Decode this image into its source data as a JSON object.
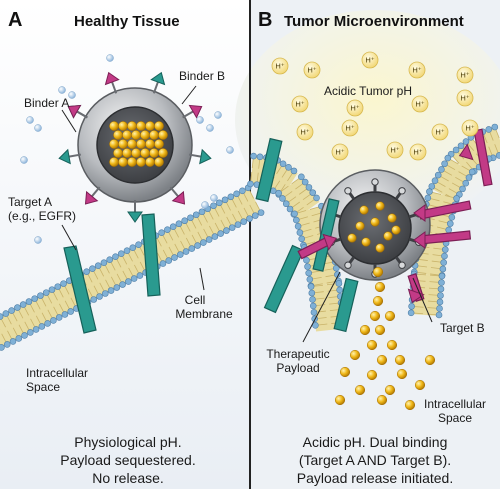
{
  "panels": {
    "a": {
      "letter": "A",
      "title": "Healthy Tissue",
      "binder_a": "Binder A",
      "binder_b": "Binder B",
      "target_a_line1": "Target A",
      "target_a_line2": "(e.g., EGFR)",
      "membrane_line1": "Cell",
      "membrane_line2": "Membrane",
      "space_line1": "Intracellular",
      "space_line2": "Space",
      "caption_line1": "Physiological pH.",
      "caption_line2": "Payload sequestered.",
      "caption_line3": "No release."
    },
    "b": {
      "letter": "B",
      "title": "Tumor Microenvironment",
      "acidic_label": "Acidic Tumor pH",
      "h_ion": "H⁺",
      "target_b": "Target B",
      "payload_line1": "Therapeutic",
      "payload_line2": "Payload",
      "space_line1": "Intracellular",
      "space_line2": "Space",
      "caption_line1": "Acidic pH. Dual binding",
      "caption_line2": "(Target A AND Target B).",
      "caption_line3": "Payload release initiated."
    }
  },
  "colors": {
    "teal": "#2a9a8f",
    "magenta": "#c23a86",
    "gold": "#f0b818",
    "membrane_head": "#7fb0d6",
    "tail": "#e8dca0",
    "acid_glow": "#fbf6cf"
  }
}
